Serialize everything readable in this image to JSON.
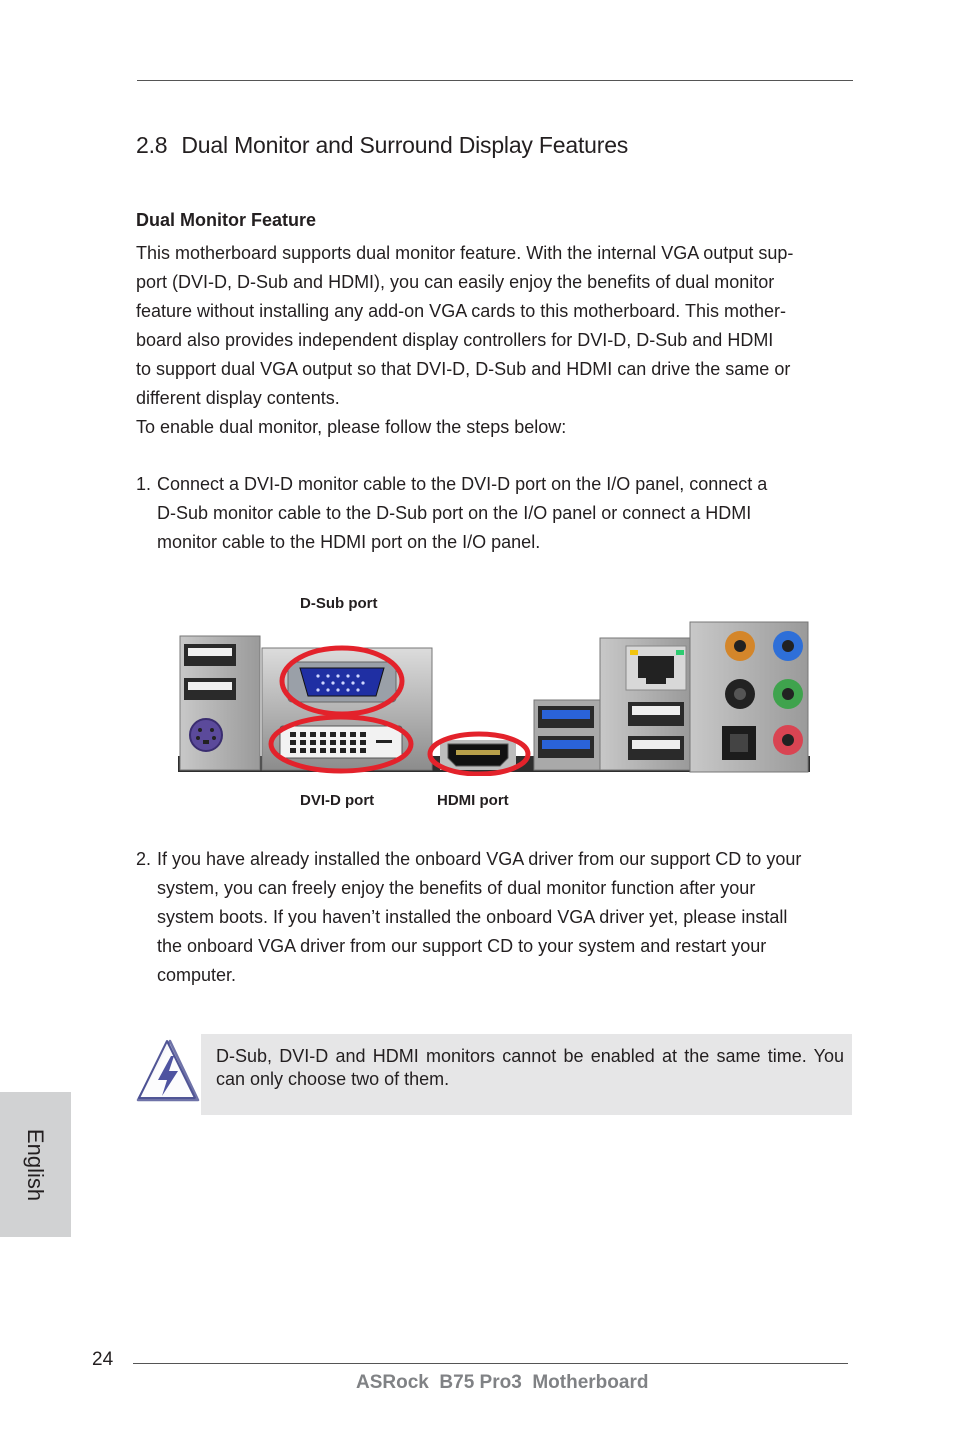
{
  "section": {
    "number": "2.8",
    "title": "Dual Monitor and Surround Display Features"
  },
  "subheading": "Dual Monitor Feature",
  "intro_lines": [
    "This motherboard supports dual monitor feature. With the internal VGA output sup-",
    "port (DVI-D, D-Sub and HDMI), you can easily enjoy the benefits of dual monitor",
    "feature without installing any add-on VGA cards to this motherboard. This mother-",
    "board also provides independent display controllers for DVI-D, D-Sub and HDMI",
    "to support dual VGA output so that DVI-D, D-Sub and HDMI can drive the same or",
    "different display contents."
  ],
  "instruction_line": "To enable dual monitor, please follow the steps below:",
  "steps": [
    {
      "number": "1.",
      "lines": [
        "Connect a DVI-D monitor cable to the DVI-D port on the I/O panel, connect a",
        "D-Sub monitor cable to the D-Sub port on the I/O panel or connect a HDMI",
        "monitor cable to the HDMI port on the I/O panel."
      ]
    },
    {
      "number": "2.",
      "lines": [
        "If you have already installed the onboard VGA driver from our support CD to your",
        "system, you can freely enjoy the benefits of dual monitor function after your",
        "system boots. If you haven’t installed the onboard VGA driver yet, please install",
        "the onboard VGA driver from our support CD to your system and restart your",
        "computer."
      ]
    }
  ],
  "figure": {
    "dsub_label": "D-Sub port",
    "dvid_label": "DVI-D port",
    "hdmi_label": "HDMI port",
    "highlight_color": "#e3222b"
  },
  "note": {
    "text": "D-Sub, DVI-D and HDMI monitors cannot be enabled at the same time. You can only choose two of them.",
    "icon": "warning-lightning-icon"
  },
  "side_tab": {
    "label": "English"
  },
  "footer": {
    "page_number": "24",
    "product": "ASRock  B75 Pro3  Motherboard"
  }
}
